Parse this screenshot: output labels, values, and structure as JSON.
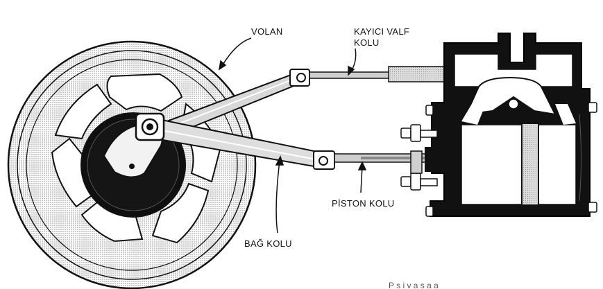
{
  "diagram": {
    "labels": {
      "volan": "VOLAN",
      "valve_rod_line1": "KAYICI VALF",
      "valve_rod_line2": "KOLU",
      "piston_rod": "PİSTON KOLU",
      "connecting_rod": "BAĞ KOLU"
    },
    "footer_fragment": "P    s       i   v     a     s       a     a",
    "colors": {
      "ink": "#111111",
      "casting": "#1a1a1a",
      "stipple": "#b9b9b9",
      "paper": "#ffffff"
    }
  }
}
